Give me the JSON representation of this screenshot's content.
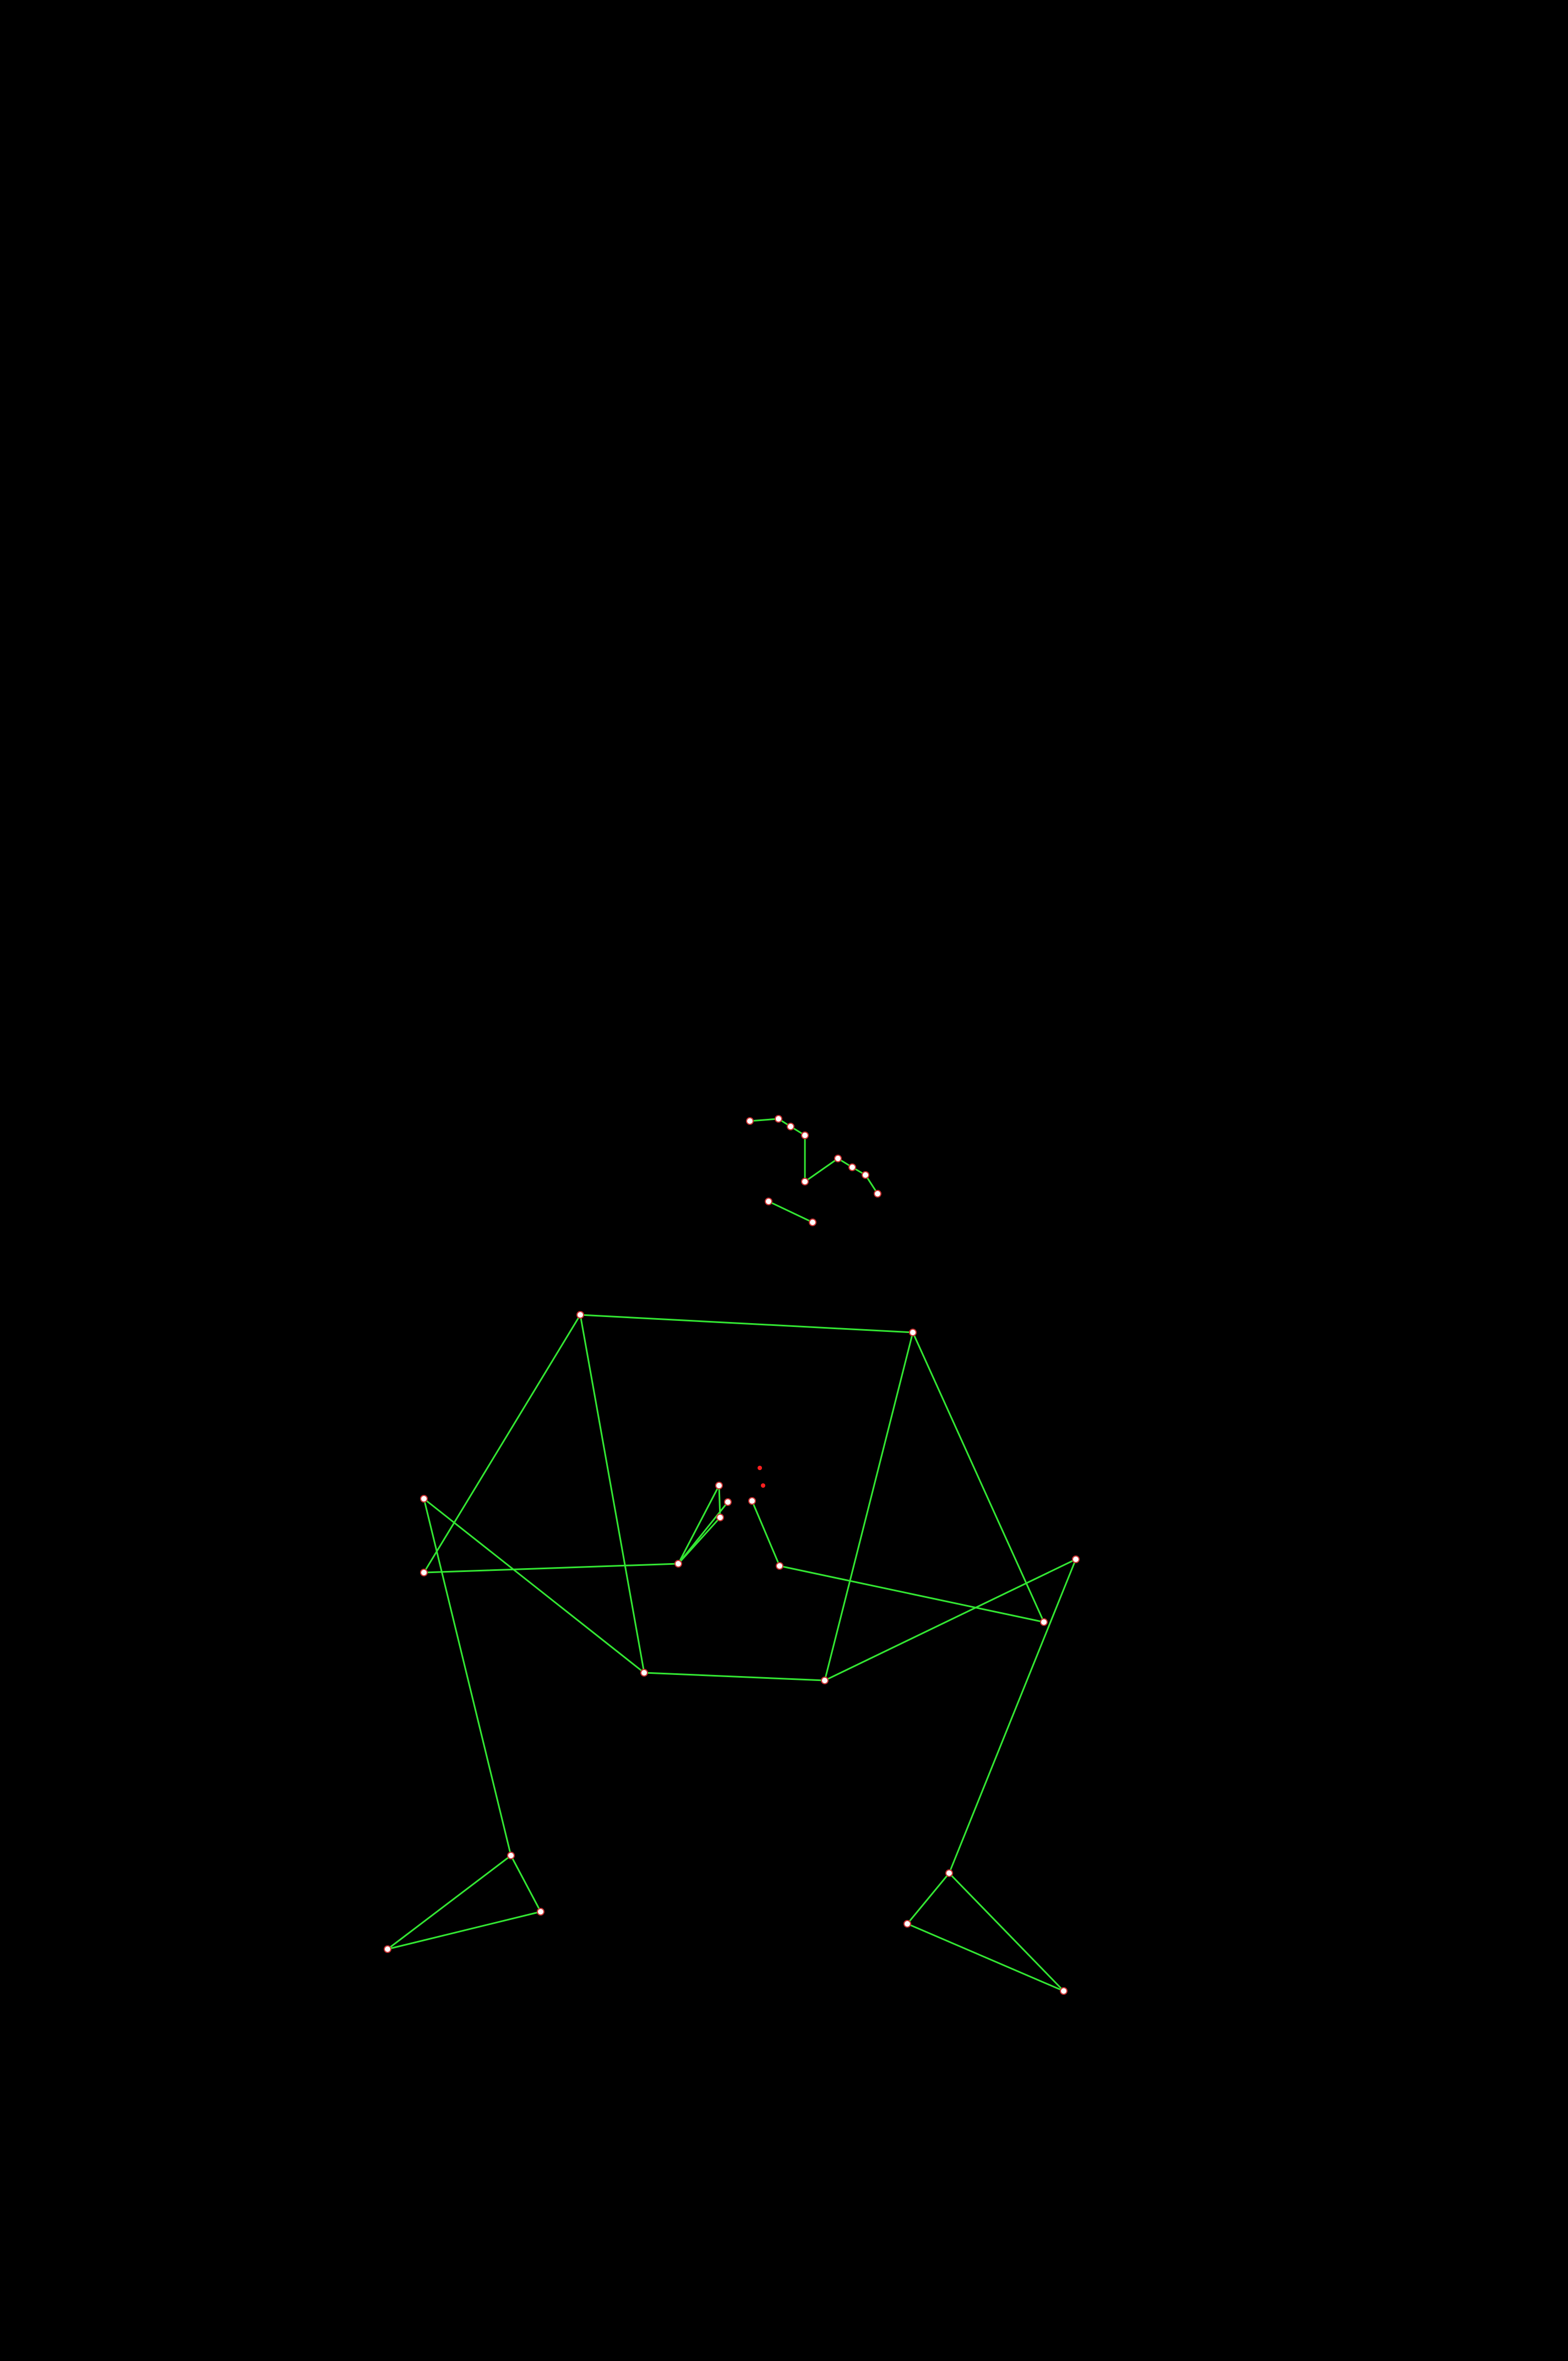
{
  "colors": {
    "background": "#000000",
    "bone": "#33e633",
    "joint_fill": "#ffffff",
    "joint_stroke": "#cc3333",
    "stray_point": "#ff2020"
  },
  "skeleton": {
    "joints": [
      {
        "id": "face-1"
      },
      {
        "id": "face-2"
      },
      {
        "id": "face-3"
      },
      {
        "id": "face-4"
      },
      {
        "id": "face-5"
      },
      {
        "id": "face-6"
      },
      {
        "id": "face-7"
      },
      {
        "id": "face-8"
      },
      {
        "id": "face-9"
      },
      {
        "id": "mouth-left"
      },
      {
        "id": "mouth-right"
      },
      {
        "id": "left-shoulder"
      },
      {
        "id": "right-shoulder"
      },
      {
        "id": "left-elbow"
      },
      {
        "id": "right-elbow"
      },
      {
        "id": "left-wrist"
      },
      {
        "id": "right-wrist"
      },
      {
        "id": "left-hand-tip-1"
      },
      {
        "id": "left-hand-tip-2"
      },
      {
        "id": "left-hand-tip-3"
      },
      {
        "id": "right-hand-tip"
      },
      {
        "id": "left-hip"
      },
      {
        "id": "right-hip"
      },
      {
        "id": "left-knee"
      },
      {
        "id": "right-knee"
      },
      {
        "id": "left-ankle"
      },
      {
        "id": "right-ankle"
      },
      {
        "id": "left-heel"
      },
      {
        "id": "right-heel"
      },
      {
        "id": "left-foot-index"
      },
      {
        "id": "right-foot-index"
      }
    ],
    "bones": [
      [
        "face-1",
        "face-2"
      ],
      [
        "face-2",
        "face-3"
      ],
      [
        "face-3",
        "face-4"
      ],
      [
        "face-4",
        "face-5"
      ],
      [
        "face-5",
        "face-6"
      ],
      [
        "face-6",
        "face-7"
      ],
      [
        "face-7",
        "face-8"
      ],
      [
        "face-8",
        "face-9"
      ],
      [
        "mouth-left",
        "mouth-right"
      ],
      [
        "left-shoulder",
        "right-shoulder"
      ],
      [
        "left-shoulder",
        "left-elbow"
      ],
      [
        "left-elbow",
        "left-wrist"
      ],
      [
        "left-wrist",
        "left-hand-tip-1"
      ],
      [
        "left-wrist",
        "left-hand-tip-2"
      ],
      [
        "left-wrist",
        "left-hand-tip-3"
      ],
      [
        "left-hand-tip-1",
        "left-hand-tip-3"
      ],
      [
        "right-shoulder",
        "right-elbow"
      ],
      [
        "right-elbow",
        "right-wrist"
      ],
      [
        "right-wrist",
        "right-hand-tip"
      ],
      [
        "left-shoulder",
        "left-hip"
      ],
      [
        "right-shoulder",
        "right-hip"
      ],
      [
        "left-hip",
        "right-hip"
      ],
      [
        "left-hip",
        "left-knee"
      ],
      [
        "right-hip",
        "right-knee"
      ],
      [
        "left-knee",
        "left-ankle"
      ],
      [
        "right-knee",
        "right-ankle"
      ],
      [
        "left-ankle",
        "left-heel"
      ],
      [
        "right-ankle",
        "right-heel"
      ],
      [
        "left-ankle",
        "left-foot-index"
      ],
      [
        "right-ankle",
        "right-foot-index"
      ],
      [
        "left-heel",
        "left-foot-index"
      ],
      [
        "right-heel",
        "right-foot-index"
      ]
    ],
    "stray_points": [
      {
        "id": "stray-1"
      },
      {
        "id": "stray-2"
      }
    ]
  }
}
